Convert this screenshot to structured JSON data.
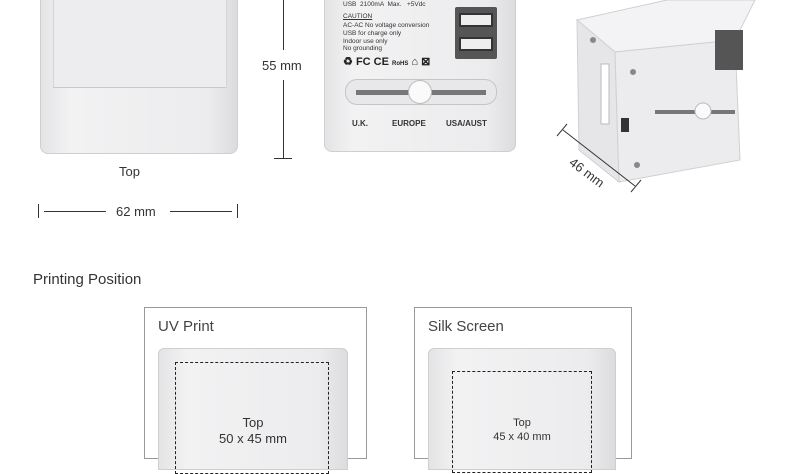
{
  "top_view": {
    "label": "Top"
  },
  "dimensions": {
    "width": "62 mm",
    "height": "55 mm",
    "depth": "46 mm"
  },
  "back_panel": {
    "rating_line": "USB  2100mA  Max.   +5Vdc",
    "caution_title": "CAUTION",
    "caution_lines": [
      "AC-AC No voltage conversion",
      "USB for charge only",
      "Indoor use only",
      "No grounding"
    ],
    "certification_marks": [
      "FC",
      "CE",
      "RoHS"
    ],
    "slider_positions": [
      "U.K.",
      "EUROPE",
      "USA/AUST"
    ]
  },
  "printing": {
    "heading": "Printing Position",
    "options": [
      {
        "title": "UV Print",
        "area_label": "Top",
        "area_size": "50 x 45 mm"
      },
      {
        "title": "Silk Screen",
        "area_label": "Top",
        "area_size": "45 x 40 mm"
      }
    ]
  }
}
